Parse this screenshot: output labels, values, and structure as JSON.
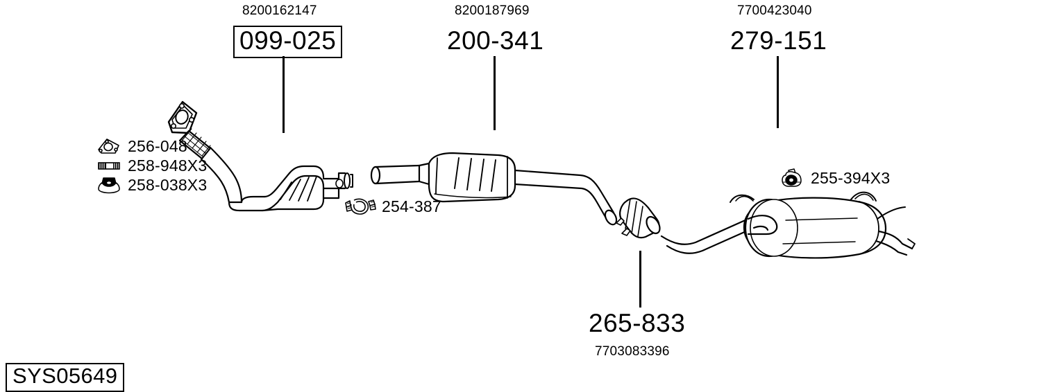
{
  "diagram": {
    "type": "exhaust-system-schematic",
    "system_code": "SYS05649",
    "line_color": "#000000",
    "background_color": "#ffffff"
  },
  "components": [
    {
      "id": "front-pipe-catalyst",
      "part_number": "099-025",
      "oe_number": "8200162147",
      "boxed": true
    },
    {
      "id": "centre-silencer",
      "part_number": "200-341",
      "oe_number": "8200187969",
      "boxed": false
    },
    {
      "id": "rear-silencer",
      "part_number": "279-151",
      "oe_number": "7700423040",
      "boxed": false
    },
    {
      "id": "flexible-connector",
      "part_number": "265-833",
      "oe_number": "7703083396",
      "boxed": false
    }
  ],
  "hardware": [
    {
      "id": "gasket",
      "icon": "triangular-flange-gasket-icon",
      "label": "256-048"
    },
    {
      "id": "stud-bolt",
      "icon": "stud-bolt-icon",
      "label": "258-948X3"
    },
    {
      "id": "nut",
      "icon": "flange-nut-icon",
      "label": "258-038X3"
    }
  ],
  "clamp": {
    "id": "pipe-clamp",
    "icon": "pipe-clamp-icon",
    "label": "254-387"
  },
  "mounting": {
    "id": "rubber-mounting",
    "icon": "rubber-mount-icon",
    "label": "255-394X3"
  }
}
